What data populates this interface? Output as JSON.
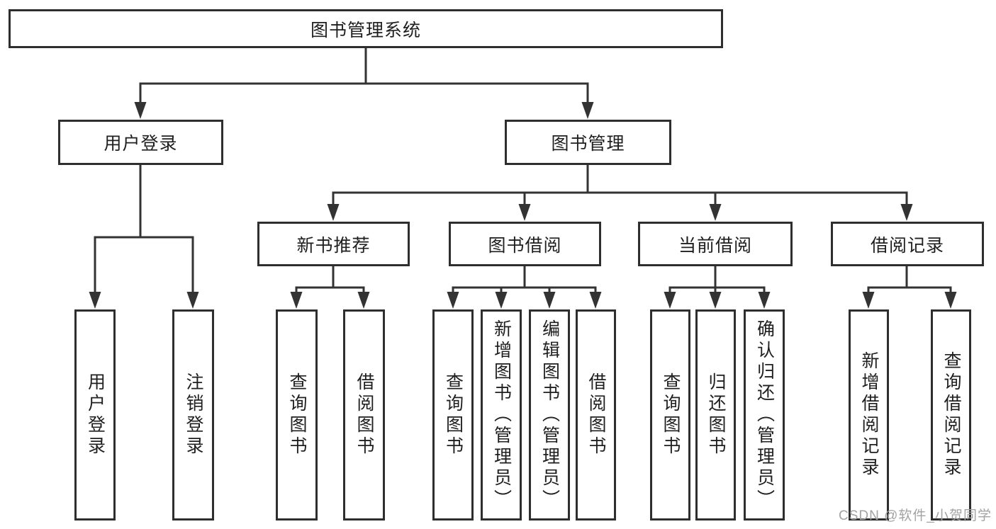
{
  "diagram_type": "tree-structure",
  "tree": {
    "root": {
      "label": "图书管理系统"
    },
    "branches": [
      {
        "label": "用户登录",
        "children": [
          {
            "label": "用户登录"
          },
          {
            "label": "注销登录"
          }
        ]
      },
      {
        "label": "图书管理",
        "children": [
          {
            "label": "新书推荐",
            "children": [
              {
                "label": "查询图书"
              },
              {
                "label": "借阅图书"
              }
            ]
          },
          {
            "label": "图书借阅",
            "children": [
              {
                "label": "查询图书"
              },
              {
                "label": "新增图书（管理员）"
              },
              {
                "label": "编辑图书（管理员）"
              },
              {
                "label": "借阅图书"
              }
            ]
          },
          {
            "label": "当前借阅",
            "children": [
              {
                "label": "查询图书"
              },
              {
                "label": "归还图书"
              },
              {
                "label": "确认归还（管理员）"
              }
            ]
          },
          {
            "label": "借阅记录",
            "children": [
              {
                "label": "新增借阅记录"
              },
              {
                "label": "查询借阅记录"
              }
            ]
          }
        ]
      }
    ]
  },
  "watermark": {
    "text": "CSDN @软件_小贺同学",
    "color": "#a3a3a3"
  },
  "colors": {
    "background": "#ffffff",
    "line": "#333333",
    "box_border": "#2e2e2e",
    "text": "#1f1f1f"
  }
}
